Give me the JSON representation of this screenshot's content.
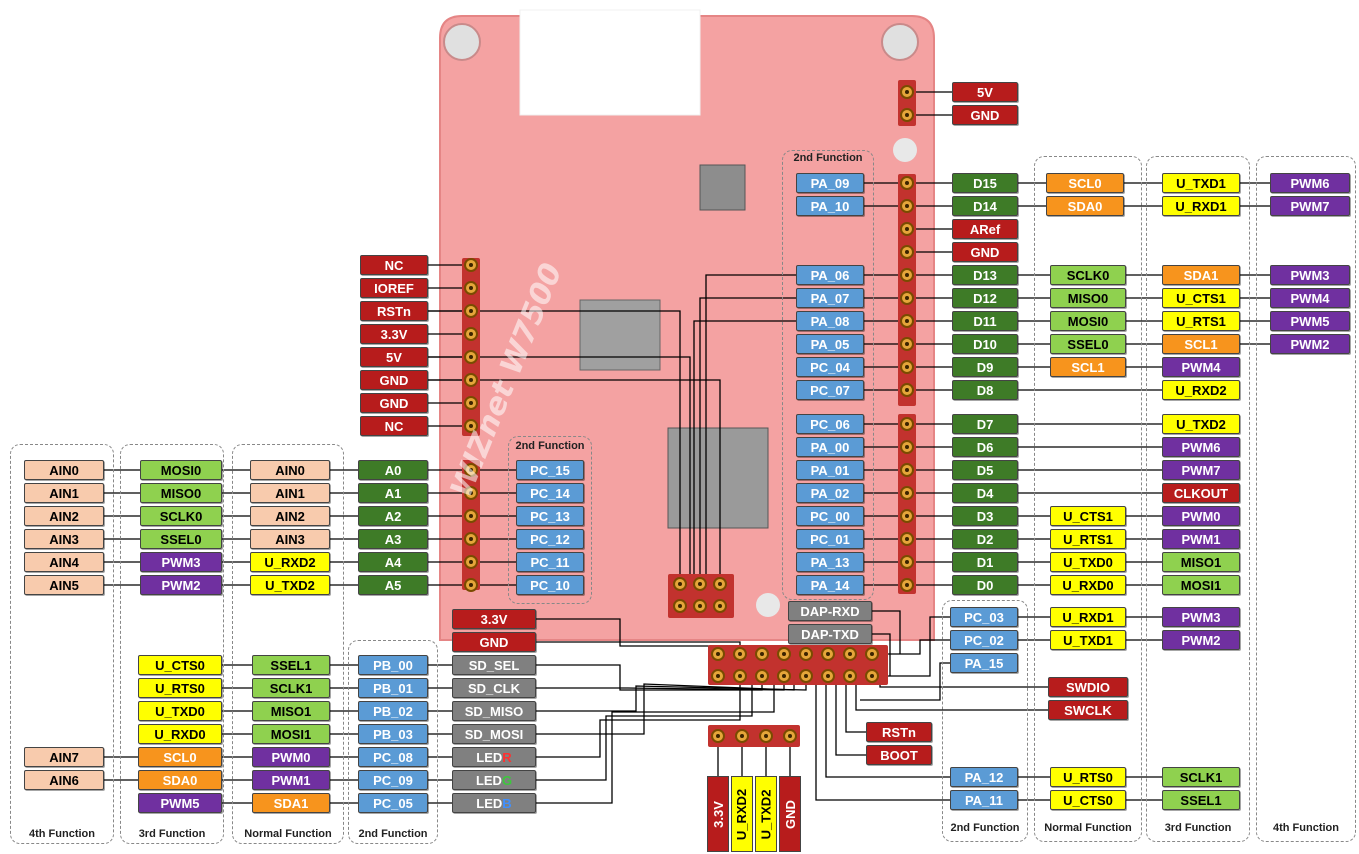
{
  "colors": {
    "board": "#f4a2a2",
    "red": "#b71c1c",
    "green": "#3e7b27",
    "yellow": "#ffff00",
    "orange": "#f7941d",
    "purple": "#7030a0",
    "blue": "#5b9bd5",
    "peach": "#f8cbad",
    "gray": "#808080",
    "lgreen": "#8fd14f"
  },
  "power_top": {
    "v5": "5V",
    "gnd": "GND"
  },
  "arduino_power": [
    "NC",
    "IOREF",
    "RSTn",
    "3.3V",
    "5V",
    "GND",
    "GND",
    "NC"
  ],
  "analog": {
    "caption_2nd": "2nd Function",
    "rows": [
      {
        "fourth": "AIN0",
        "third": "MOSI0",
        "normal": "AIN0",
        "pin": "A0",
        "second": "PC_15"
      },
      {
        "fourth": "AIN1",
        "third": "MISO0",
        "normal": "AIN1",
        "pin": "A1",
        "second": "PC_14"
      },
      {
        "fourth": "AIN2",
        "third": "SCLK0",
        "normal": "AIN2",
        "pin": "A2",
        "second": "PC_13"
      },
      {
        "fourth": "AIN3",
        "third": "SSEL0",
        "normal": "AIN3",
        "pin": "A3",
        "second": "PC_12"
      },
      {
        "fourth": "AIN4",
        "third": "PWM3",
        "normal": "U_RXD2",
        "pin": "A4",
        "second": "PC_11"
      },
      {
        "fourth": "AIN5",
        "third": "PWM2",
        "normal": "U_TXD2",
        "pin": "A5",
        "second": "PC_10"
      }
    ]
  },
  "digital_top": {
    "caption_2nd": "2nd Function",
    "d15": {
      "second": "PA_09",
      "pin": "D15",
      "normal": "SCL0",
      "third": "U_TXD1",
      "fourth": "PWM6"
    },
    "d14": {
      "second": "PA_10",
      "pin": "D14",
      "normal": "SDA0",
      "third": "U_RXD1",
      "fourth": "PWM7"
    },
    "aref": "ARef",
    "gnd": "GND",
    "rows": [
      {
        "second": "PA_06",
        "pin": "D13",
        "normal": "SCLK0",
        "third": "SDA1",
        "fourth": "PWM3"
      },
      {
        "second": "PA_07",
        "pin": "D12",
        "normal": "MISO0",
        "third": "U_CTS1",
        "fourth": "PWM4"
      },
      {
        "second": "PA_08",
        "pin": "D11",
        "normal": "MOSI0",
        "third": "U_RTS1",
        "fourth": "PWM5"
      },
      {
        "second": "PA_05",
        "pin": "D10",
        "normal": "SSEL0",
        "third": "SCL1",
        "fourth": "PWM2"
      },
      {
        "second": "PC_04",
        "pin": "D9",
        "normal": "SCL1",
        "third": "PWM4",
        "fourth": ""
      },
      {
        "second": "PC_07",
        "pin": "D8",
        "normal": "",
        "third": "U_RXD2",
        "fourth": ""
      }
    ]
  },
  "digital_bottom": [
    {
      "second": "PC_06",
      "pin": "D7",
      "normal": "",
      "third": "U_TXD2"
    },
    {
      "second": "PA_00",
      "pin": "D6",
      "normal": "",
      "third": "PWM6"
    },
    {
      "second": "PA_01",
      "pin": "D5",
      "normal": "",
      "third": "PWM7"
    },
    {
      "second": "PA_02",
      "pin": "D4",
      "normal": "",
      "third": "CLKOUT"
    },
    {
      "second": "PC_00",
      "pin": "D3",
      "normal": "U_CTS1",
      "third": "PWM0"
    },
    {
      "second": "PC_01",
      "pin": "D2",
      "normal": "U_RTS1",
      "third": "PWM1"
    },
    {
      "second": "PA_13",
      "pin": "D1",
      "normal": "U_TXD0",
      "third": "MISO1"
    },
    {
      "second": "PA_14",
      "pin": "D0",
      "normal": "U_RXD0",
      "third": "MOSI1"
    }
  ],
  "debug": {
    "dap_rxd": "DAP-RXD",
    "dap_txd": "DAP-TXD"
  },
  "swd": [
    {
      "second": "PC_03",
      "normal": "U_RXD1",
      "third": "PWM3"
    },
    {
      "second": "PC_02",
      "normal": "U_TXD1",
      "third": "PWM2"
    },
    {
      "second": "PA_15",
      "normal": "",
      "third": ""
    }
  ],
  "swdio": "SWDIO",
  "swclk": "SWCLK",
  "rstn": "RSTn",
  "boot": "BOOT",
  "uart_bottom": [
    {
      "second": "PA_12",
      "normal": "U_RTS0",
      "third": "SCLK1"
    },
    {
      "second": "PA_11",
      "normal": "U_CTS0",
      "third": "SSEL1"
    }
  ],
  "sd_power": {
    "v33": "3.3V",
    "gnd": "GND"
  },
  "sd_rows": [
    {
      "third": "U_CTS0",
      "normal": "SSEL1",
      "second": "PB_00",
      "name": "SD_SEL"
    },
    {
      "third": "U_RTS0",
      "normal": "SCLK1",
      "second": "PB_01",
      "name": "SD_CLK"
    },
    {
      "third": "U_TXD0",
      "normal": "MISO1",
      "second": "PB_02",
      "name": "SD_MISO"
    },
    {
      "third": "U_RXD0",
      "normal": "MOSI1",
      "second": "PB_03",
      "name": "SD_MOSI"
    }
  ],
  "led_rows": [
    {
      "fourth": "AIN7",
      "third": "SCL0",
      "normal": "PWM0",
      "second": "PC_08",
      "prefix": "LED",
      "color": "R"
    },
    {
      "fourth": "AIN6",
      "third": "SDA0",
      "normal": "PWM1",
      "second": "PC_09",
      "prefix": "LED",
      "color": "G"
    },
    {
      "fourth": "",
      "third": "PWM5",
      "normal": "SDA1",
      "second": "PC_05",
      "prefix": "LED",
      "color": "B"
    }
  ],
  "bottom_header": [
    "3.3V",
    "U_RXD2",
    "U_TXD2",
    "GND"
  ],
  "captions": {
    "left_4th": "4th Function",
    "left_3rd": "3rd Function",
    "left_normal": "Normal Function",
    "left_2nd": "2nd Function",
    "right_2nd": "2nd Function",
    "right_normal": "Normal Function",
    "right_3rd": "3rd Function",
    "right_4th": "4th Function"
  },
  "board_text": "WIZnet W7500"
}
